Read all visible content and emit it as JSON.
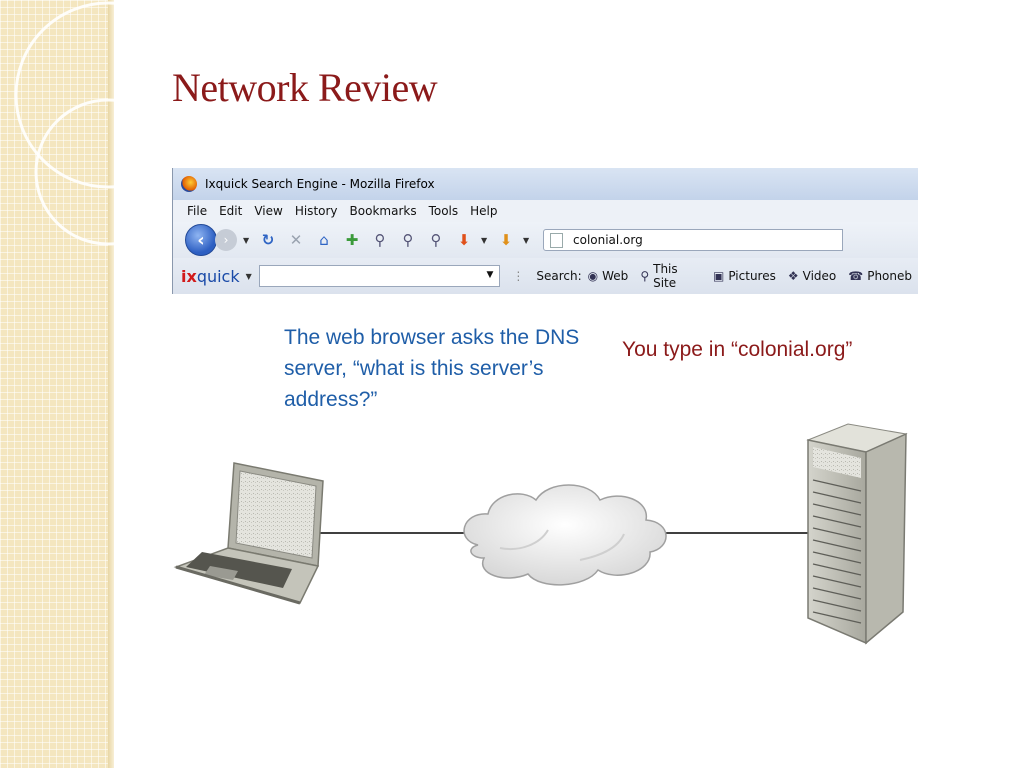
{
  "slide": {
    "title": "Network Review"
  },
  "browser": {
    "window_title": "Ixquick Search Engine - Mozilla Firefox",
    "menu": [
      "File",
      "Edit",
      "View",
      "History",
      "Bookmarks",
      "Tools",
      "Help"
    ],
    "url": "colonial.org",
    "search_logo_prefix": "ix",
    "search_logo_suffix": "quick",
    "search_label": "Search:",
    "search_options": [
      "Web",
      "This Site",
      "Pictures",
      "Video",
      "Phoneb"
    ]
  },
  "captions": {
    "dns_question": "The web browser asks the DNS server, “what is this server’s address?”",
    "you_type": "You type in “colonial.org”"
  },
  "icons": [
    "back-arrow-icon",
    "forward-arrow-icon",
    "reload-icon",
    "stop-icon",
    "home-icon",
    "bookmark-add-icon",
    "zoom-in-icon",
    "zoom-out-icon",
    "zoom-reset-icon",
    "download-icon",
    "page-icon",
    "web-icon",
    "magnifier-icon",
    "pictures-icon",
    "video-icon",
    "phone-icon"
  ],
  "colors": {
    "title": "#8b1a1a",
    "caption_blue": "#1f5ea8",
    "caption_red": "#8b1a1a",
    "sidebar": "#f4e6bf"
  }
}
